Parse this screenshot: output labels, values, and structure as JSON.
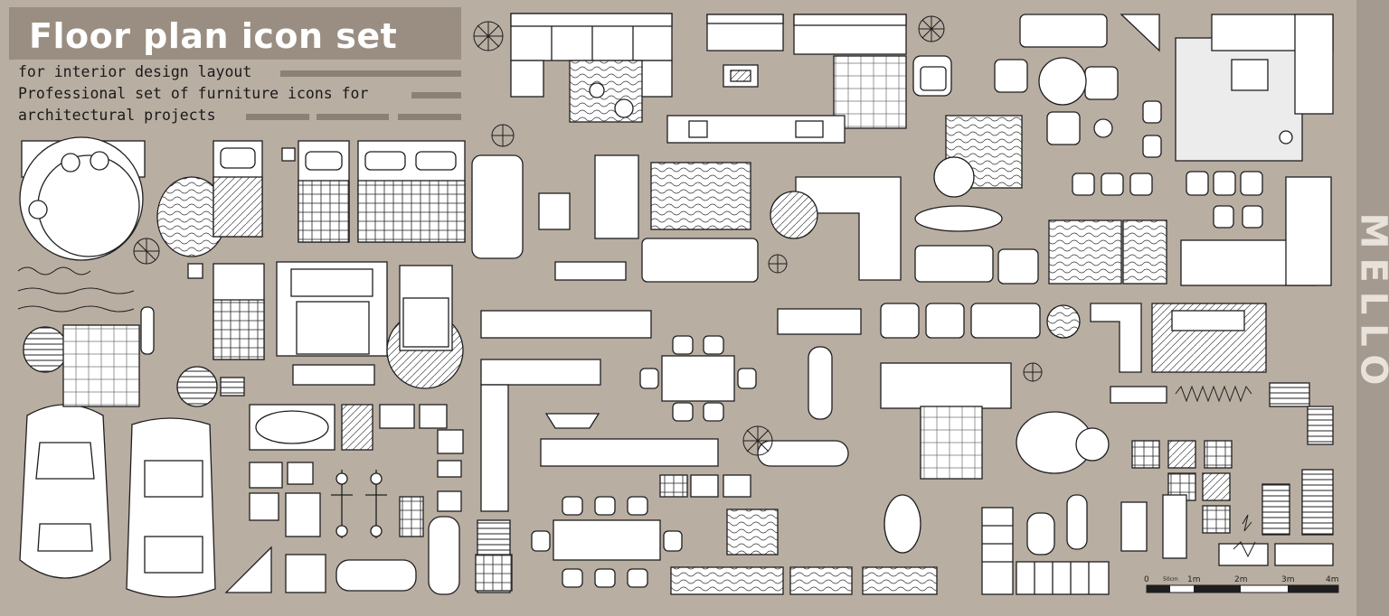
{
  "header": {
    "title": "Floor plan icon set",
    "subtitle_lines": [
      "for interior design layout",
      "Professional set of furniture icons for",
      "architectural projects"
    ]
  },
  "watermark": {
    "side_text": "MELLO"
  },
  "scale_bar": {
    "labels": [
      "0",
      "50cm",
      "1m",
      "2m",
      "3m",
      "4m"
    ]
  },
  "colors": {
    "background": "#b9aea2",
    "title_band": "#9a8e82",
    "stroke": "#1e1e1e",
    "fill": "#ffffff"
  }
}
